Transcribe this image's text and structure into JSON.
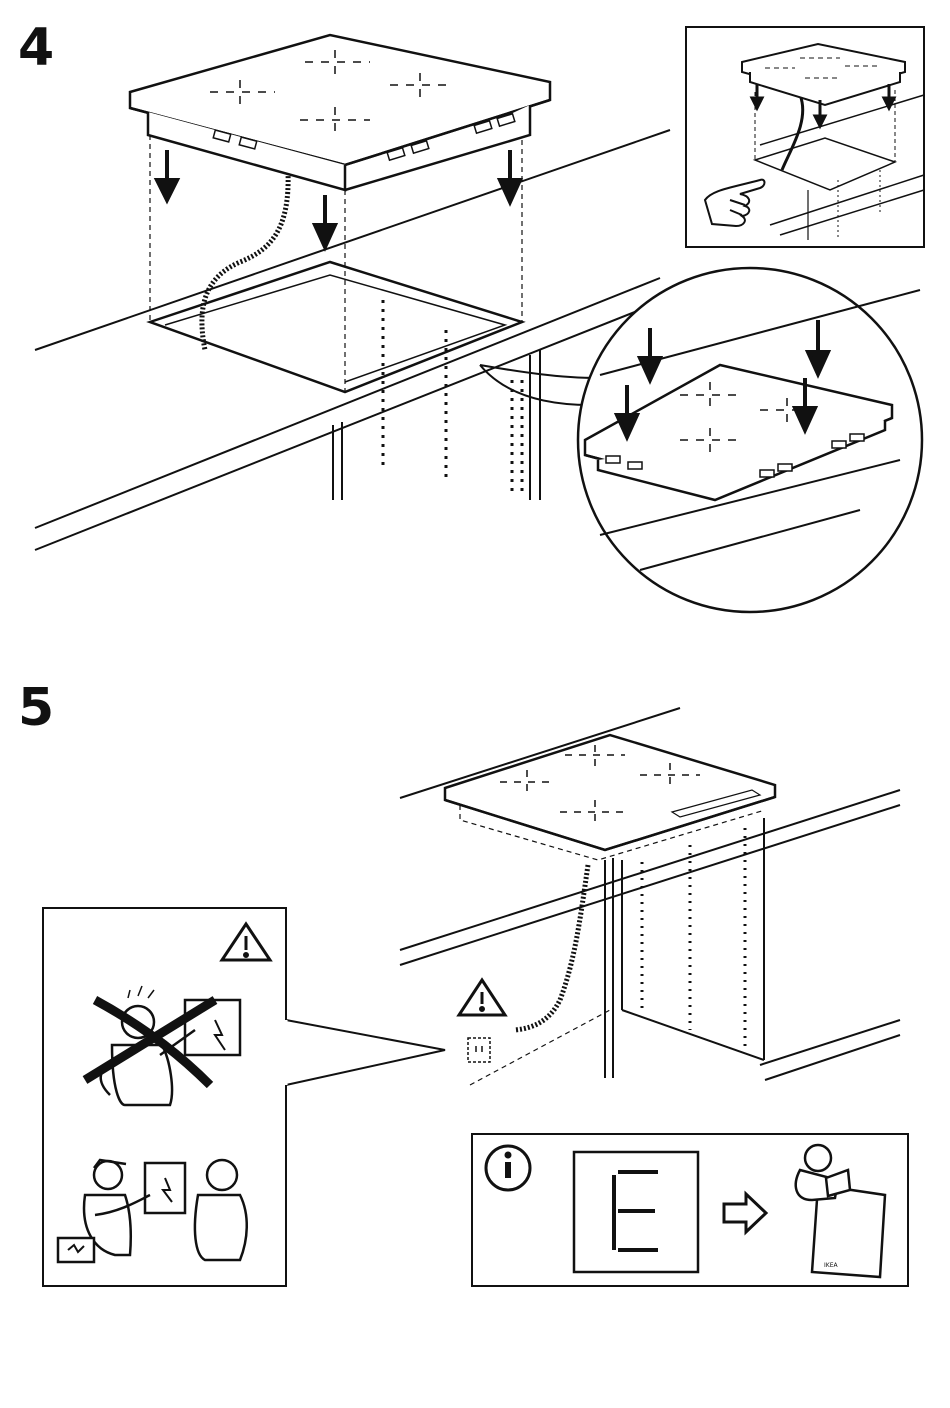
{
  "steps": [
    {
      "number": "4"
    },
    {
      "number": "5"
    }
  ],
  "info_box": {
    "display_letter": "E",
    "manual_text": "IKEA"
  },
  "colors": {
    "ink": "#111111",
    "background": "#ffffff",
    "hob_top": "#ffffff"
  },
  "icons": [
    "warning-triangle-icon",
    "info-icon",
    "arrow-right-icon",
    "finger-pointing-icon",
    "hand-icon"
  ]
}
